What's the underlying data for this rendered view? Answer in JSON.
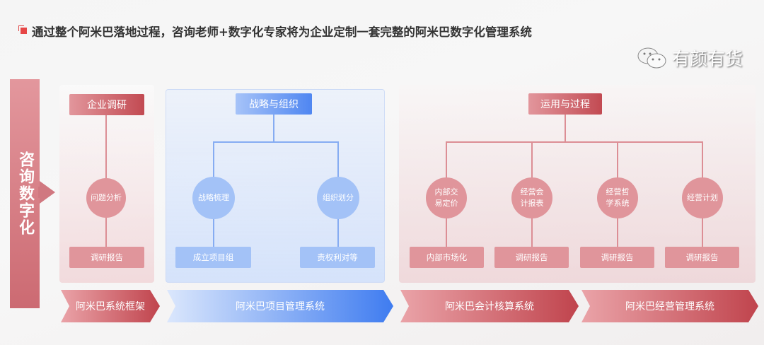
{
  "title": "通过整个阿米巴落地过程，咨询老师+数字化专家将为企业定制一套完整的阿米巴数字化管理系统",
  "left_label": "咨询数字化",
  "stage1": {
    "header": "企业调研",
    "circle": "问题分析",
    "box": "调研报告",
    "banner": "阿米巴系统框架"
  },
  "stage2": {
    "header": "战略与组织",
    "circles": [
      "战略梳理",
      "组织划分"
    ],
    "boxes": [
      "成立项目组",
      "责权利对等"
    ],
    "banner": "阿米巴项目管理系统"
  },
  "stage3": {
    "header": "运用与过程",
    "circles": [
      "内部交易定价",
      "经营会计报表",
      "经营哲学系统",
      "经营计划"
    ],
    "boxes": [
      "内部市场化",
      "调研报告",
      "调研报告",
      "调研报告"
    ],
    "banner": "阿米巴会计核算系统"
  },
  "stage4": {
    "banner": "阿米巴经营管理系统"
  },
  "watermark": "有颜有货"
}
